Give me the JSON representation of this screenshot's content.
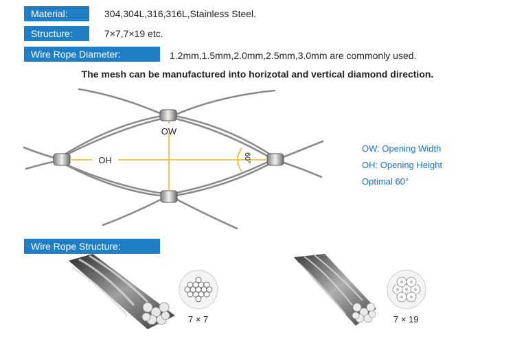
{
  "specs": {
    "material": {
      "label": "Material:",
      "value": "304,304L,316,316L,Stainless Steel."
    },
    "structure": {
      "label": "Structure:",
      "value": "7×7,7×19 etc."
    },
    "diameter": {
      "label": "Wire Rope Diameter:",
      "value": "1.2mm,1.5mm,2.0mm,2.5mm,3.0mm are commonly used."
    }
  },
  "caption": "The mesh can be manufactured into horizotal and vertical diamond direction.",
  "diagram": {
    "ow_label": "OW",
    "oh_label": "OH",
    "angle_label": "60°"
  },
  "legend": {
    "ow": "OW: Opening Width",
    "oh": "OH: Opening Height",
    "optimal": "Optimal 60°"
  },
  "rope_section": {
    "title": "Wire Rope Structure:",
    "rope_7x7": "7 × 7",
    "rope_7x19": "7 × 19"
  },
  "colors": {
    "label_bg": "#1f7ec4",
    "legend_text": "#1f6fb6",
    "dimension_line": "#f0b429"
  }
}
